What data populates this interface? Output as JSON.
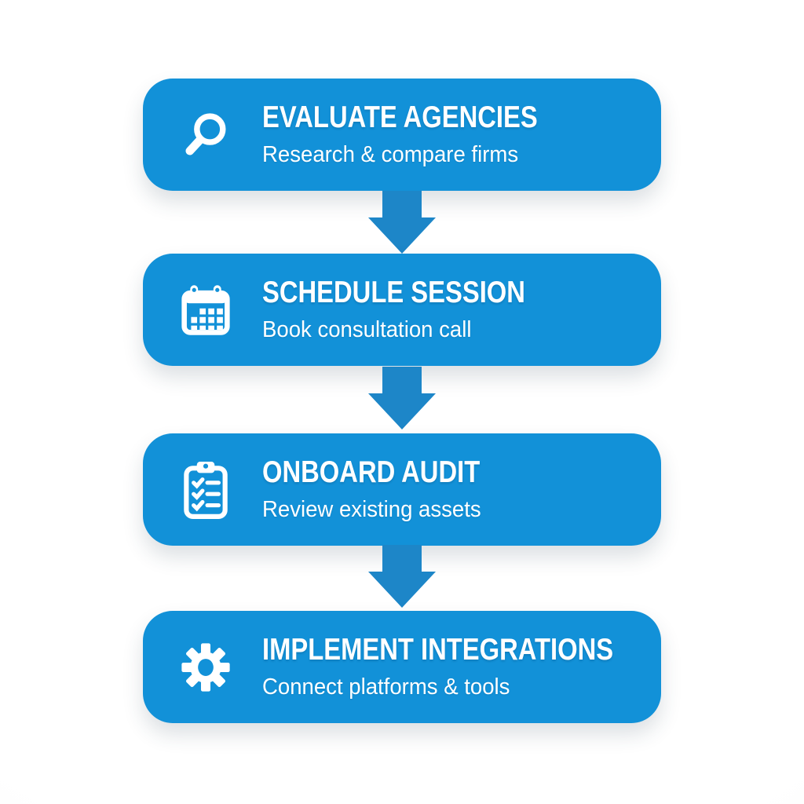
{
  "theme": {
    "card_color": "#1291d8",
    "arrow_color": "#1d86c8",
    "text_color": "#ffffff",
    "background_color": "#ffffff"
  },
  "diagram": {
    "type": "vertical-process-flow",
    "connector": "down-arrow",
    "steps": [
      {
        "icon": "magnifier-icon",
        "title": "EVALUATE AGENCIES",
        "subtitle": "Research & compare firms"
      },
      {
        "icon": "calendar-icon",
        "title": "SCHEDULE SESSION",
        "subtitle": "Book consultation call"
      },
      {
        "icon": "clipboard-checklist-icon",
        "title": "ONBOARD AUDIT",
        "subtitle": "Review existing assets"
      },
      {
        "icon": "gear-icon",
        "title": "IMPLEMENT INTEGRATIONS",
        "subtitle": "Connect platforms & tools"
      }
    ]
  }
}
